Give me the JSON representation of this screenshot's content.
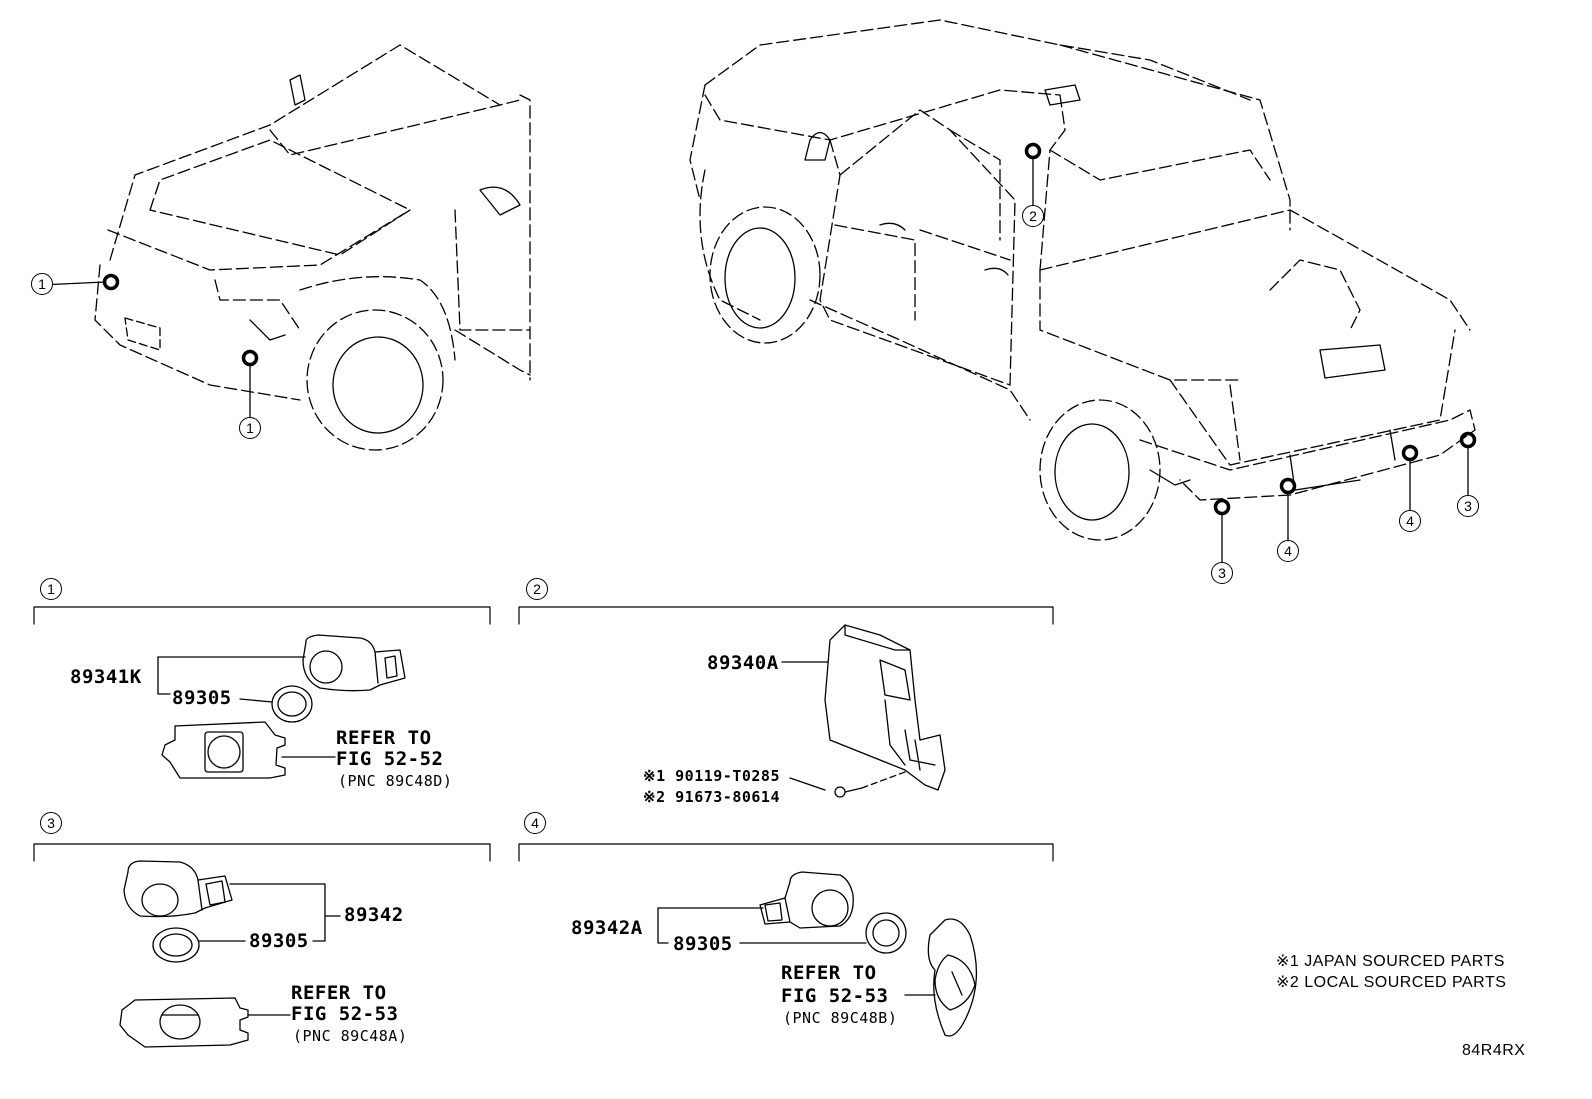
{
  "callouts": [
    "1",
    "2",
    "3",
    "4"
  ],
  "sec1": {
    "num": "1",
    "assembly": "89341K",
    "part": "89305",
    "refer1": "REFER TO",
    "refer2": "FIG 52-52",
    "pnc": "(PNC 89C48D)"
  },
  "sec2": {
    "num": "2",
    "assembly": "89340A",
    "bolt1": "※1 90119-T0285",
    "bolt2": "※2 91673-80614"
  },
  "sec3": {
    "num": "3",
    "assembly": "89342",
    "part": "89305",
    "refer1": "REFER TO",
    "refer2": "FIG 52-53",
    "pnc": "(PNC 89C48A)"
  },
  "sec4": {
    "num": "4",
    "assembly": "89342A",
    "part": "89305",
    "refer1": "REFER TO",
    "refer2": "FIG 52-53",
    "pnc": "(PNC 89C48B)"
  },
  "notes": {
    "n1": "※1 JAPAN SOURCED PARTS",
    "n2": "※2 LOCAL SOURCED PARTS"
  },
  "code": "84R4RX"
}
